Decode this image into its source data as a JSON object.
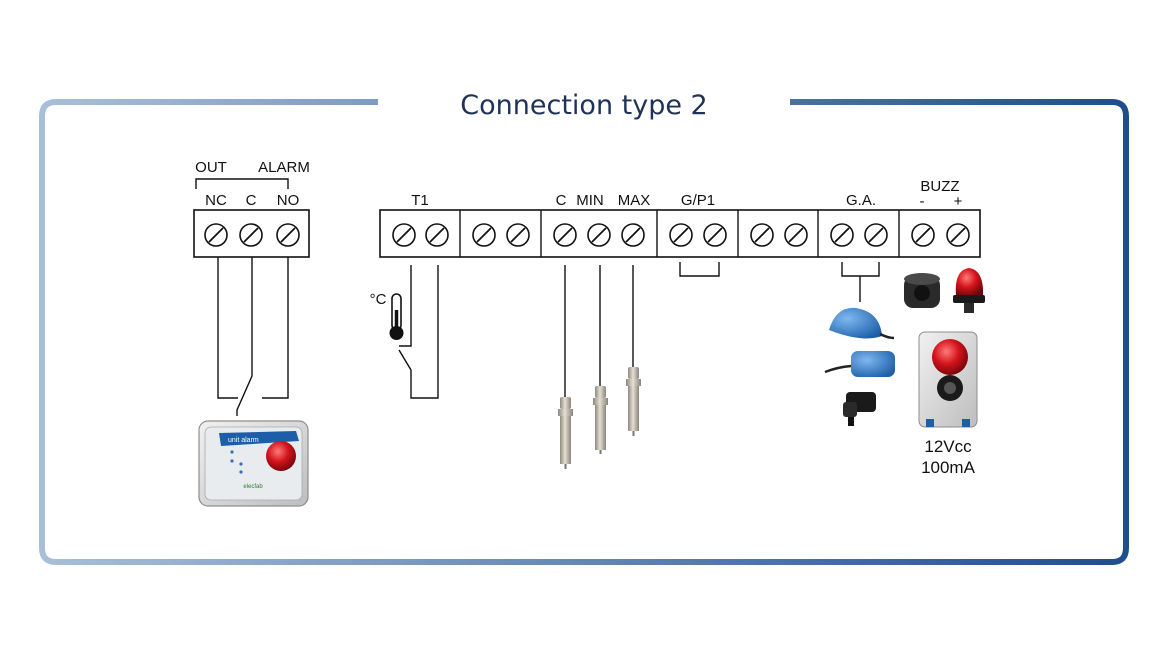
{
  "title": "Connection type 2",
  "relay": {
    "group_left": "OUT",
    "group_right": "ALARM",
    "terminals": [
      "NC",
      "C",
      "NO"
    ]
  },
  "main_strip": {
    "t1_label": "T1",
    "probe_labels": [
      "C",
      "MIN",
      "MAX"
    ],
    "gp1_label": "G/P1",
    "ga_label": "G.A.",
    "buzz_label": "BUZZ",
    "buzz_minus": "-",
    "buzz_plus": "+"
  },
  "thermometer_unit": "°C",
  "device_label": "unit alarm",
  "device_brand": "elecfab",
  "buzzer_spec": [
    "12Vcc",
    "100mA"
  ],
  "colors": {
    "frame_start": "#a8bfd9",
    "frame_end": "#1f4e8c",
    "title": "#1f3358",
    "float_blue": "#2d7fd3",
    "beacon_red": "#d3131a"
  },
  "icons": [
    "thermometer-icon",
    "probe-icon",
    "float-switch-icon",
    "pressure-switch-icon",
    "buzzer-icon",
    "beacon-icon",
    "alarm-unit-icon"
  ]
}
